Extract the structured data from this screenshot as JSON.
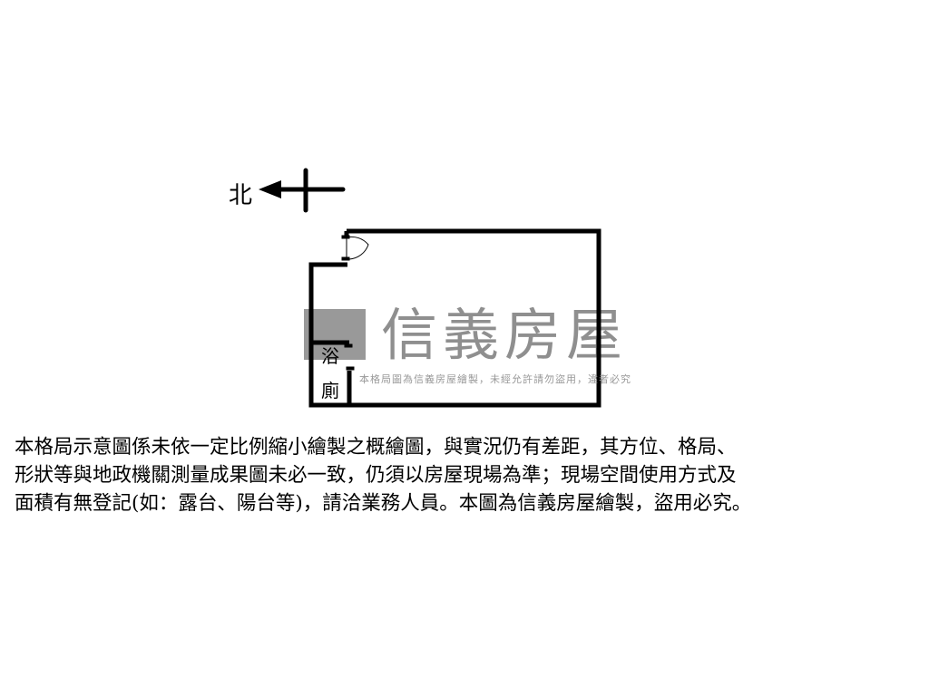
{
  "compass": {
    "label": "北"
  },
  "rooms": [
    {
      "label": "浴"
    },
    {
      "label": "廁"
    }
  ],
  "watermark": {
    "brand": "信義房屋",
    "notice": "本格局圖為信義房屋繪製，未經允許請勿盜用，違者必究"
  },
  "caption": {
    "lines": [
      "本格局示意圖係未依一定比例縮小繪製之概繪圖，與實況仍有差距，其方位、格局、",
      "形狀等與地政機關測量成果圖未必一致，仍須以房屋現場為準；現場空間使用方式及",
      "面積有無登記(如：露台、陽台等)，請洽業務人員。本圖為信義房屋繪製，盜用必究。"
    ]
  }
}
